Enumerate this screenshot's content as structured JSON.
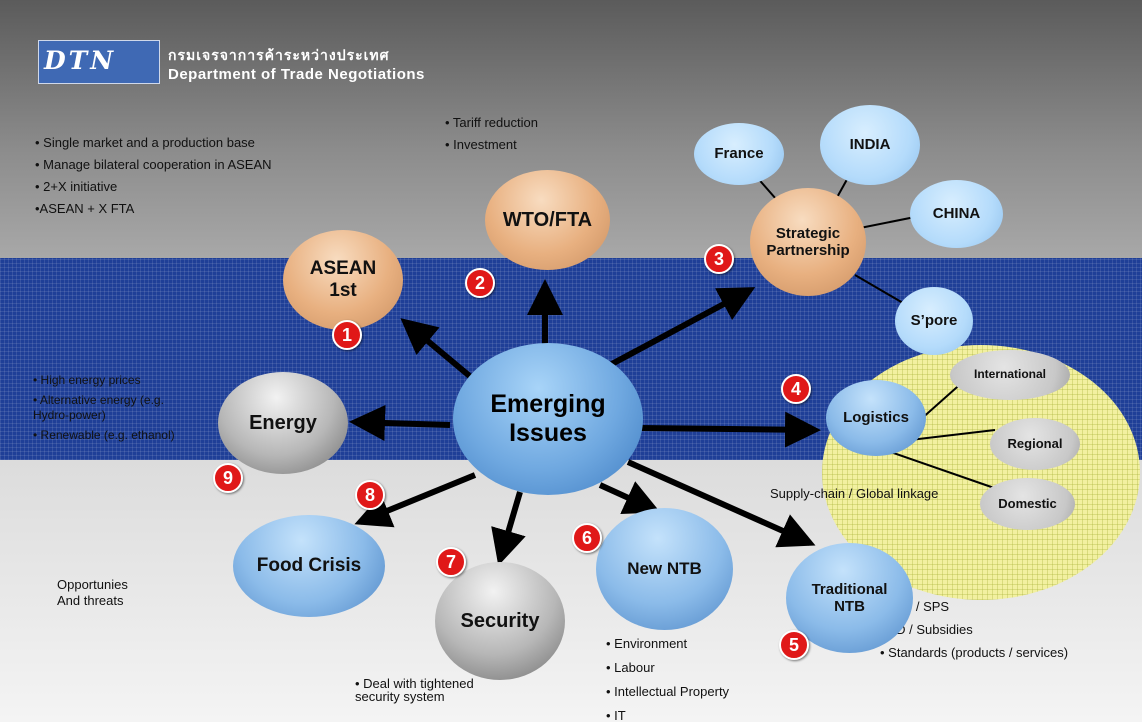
{
  "header": {
    "logo_text": "DTN",
    "thai_name": "กรมเจรจาการค้าระหว่างประเทศ",
    "department_name": "Department of Trade Negotiations"
  },
  "center": {
    "line1": "Emerging",
    "line2": "Issues"
  },
  "nodes": {
    "asean": {
      "line1": "ASEAN",
      "line2": "1st"
    },
    "wto": "WTO/FTA",
    "strategic": {
      "line1": "Strategic",
      "line2": "Partnership"
    },
    "france": "France",
    "india": "INDIA",
    "china": "CHINA",
    "spore": "S’pore",
    "logistics": "Logistics",
    "international": "International",
    "regional": "Regional",
    "domestic": "Domestic",
    "energy": "Energy",
    "food_crisis": "Food Crisis",
    "security": "Security",
    "new_ntb": "New NTB",
    "traditional_ntb": {
      "line1": "Traditional",
      "line2": "NTB"
    }
  },
  "badges": [
    "1",
    "2",
    "3",
    "4",
    "5",
    "6",
    "7",
    "8",
    "9"
  ],
  "notes": {
    "asean_bullets": [
      "• Single market and  a production base",
      "• Manage bilateral cooperation in ASEAN",
      "• 2+X initiative",
      "•ASEAN + X FTA"
    ],
    "wto_bullets": [
      "• Tariff reduction",
      "• Investment"
    ],
    "energy_bullets": {
      "item1": "• High energy prices",
      "item2_line1": "• Alternative energy (e.g.",
      "item2_line2": "Hydro-power)",
      "item3": "• Renewable (e.g. ethanol)"
    },
    "supply_chain": "Supply-chain / Global linkage",
    "opportunities_line1": "Opportunies",
    "opportunities_line2": "And threats",
    "security_line1": "• Deal with tightened",
    "security_line2": "security system",
    "new_ntb_bullets": [
      "• Environment",
      "• Labour",
      "• Intellectual Property",
      "• IT"
    ],
    "traditional_ntb_bullets": [
      "• TBT / SPS",
      "• AD / Subsidies",
      "• Standards (products / services)"
    ]
  }
}
